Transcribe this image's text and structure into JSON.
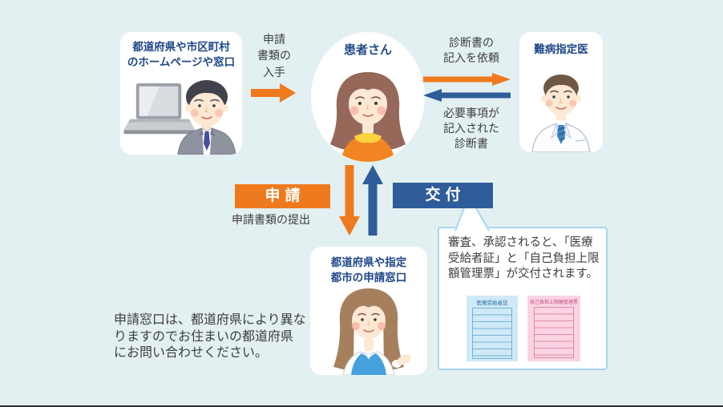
{
  "colors": {
    "background": "#e3f0f1",
    "accent_orange": "#ef7a1e",
    "accent_blue": "#2e5d99",
    "title_navy": "#1f4788",
    "callout_border": "#a9d5f0",
    "doc_blue": "#cfe9f6",
    "doc_pink": "#fbd3e2"
  },
  "source_box": {
    "title1": "都道府県や市区町村",
    "title2": "のホームページや窓口"
  },
  "obtain": {
    "l1": "申請",
    "l2": "書類の",
    "l3": "入手"
  },
  "patient": {
    "label": "患者さん"
  },
  "request": {
    "l1": "診断書の",
    "l2": "記入を依頼"
  },
  "receive": {
    "l1": "必要事項が",
    "l2": "記入された",
    "l3": "診断書"
  },
  "doctor_box": {
    "title": "難病指定医"
  },
  "apply": {
    "badge": "申請",
    "caption": "申請書類の提出"
  },
  "grant": {
    "badge": "交付"
  },
  "window_box": {
    "title1": "都道府県や指定",
    "title2": "都市の申請窓口"
  },
  "note": {
    "l1": "申請窓口は、都道府県により異な",
    "l2": "りますのでお住まいの都道府県",
    "l3": "にお問い合わせください。"
  },
  "callout": {
    "l1": "審査、承認されると、「医療",
    "l2": "受給者証」と「自己負担上限",
    "l3": "額管理票」が交付されます。",
    "doc_blue_title": "医療受給者証",
    "doc_pink_title": "自己負担上限額管理票"
  }
}
